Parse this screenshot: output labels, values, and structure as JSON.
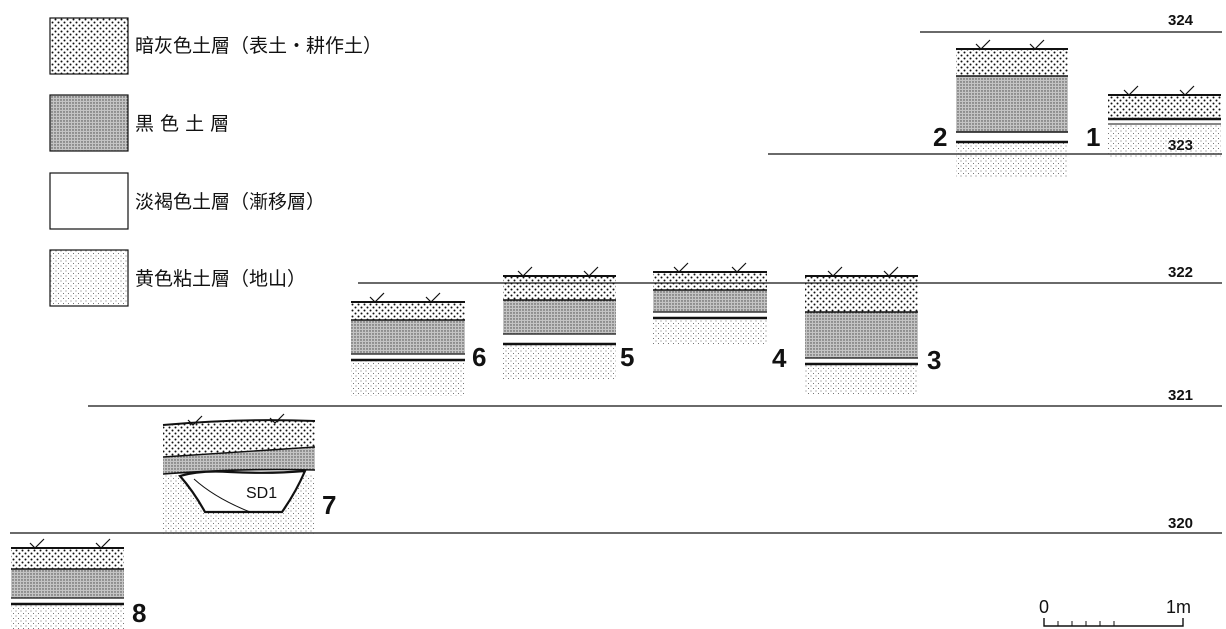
{
  "legend": [
    {
      "label": "暗灰色土層（表土・耕作土）",
      "pattern": "dark-gray-dots"
    },
    {
      "label": "黒 色 土 層",
      "pattern": "black-dense-dots"
    },
    {
      "label": "淡褐色土層（漸移層）",
      "pattern": "blank"
    },
    {
      "label": "黄色粘土層（地山）",
      "pattern": "fine-dots"
    }
  ],
  "elevations": [
    "324",
    "323",
    "322",
    "321",
    "320"
  ],
  "sections": [
    "1",
    "2",
    "3",
    "4",
    "5",
    "6",
    "7",
    "8"
  ],
  "features": {
    "sd1": "SD1"
  },
  "scale": {
    "start": "0",
    "end": "1m"
  },
  "colors": {
    "ink": "#111111",
    "paper": "#ffffff"
  }
}
